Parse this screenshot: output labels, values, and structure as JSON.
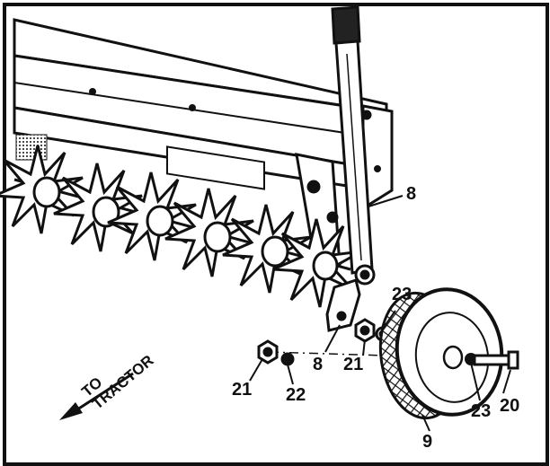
{
  "diagram": {
    "direction_label": {
      "line1": "TO",
      "line2": "TRACTOR"
    },
    "callouts": [
      {
        "id": "c8a",
        "text": "8"
      },
      {
        "id": "c23a",
        "text": "23"
      },
      {
        "id": "c8b",
        "text": "8"
      },
      {
        "id": "c21a",
        "text": "21"
      },
      {
        "id": "c21b",
        "text": "21"
      },
      {
        "id": "c22",
        "text": "22"
      },
      {
        "id": "c23b",
        "text": "23"
      },
      {
        "id": "c20",
        "text": "20"
      },
      {
        "id": "c9",
        "text": "9"
      }
    ],
    "ink_color": "#111111",
    "paper_color": "#ffffff"
  }
}
